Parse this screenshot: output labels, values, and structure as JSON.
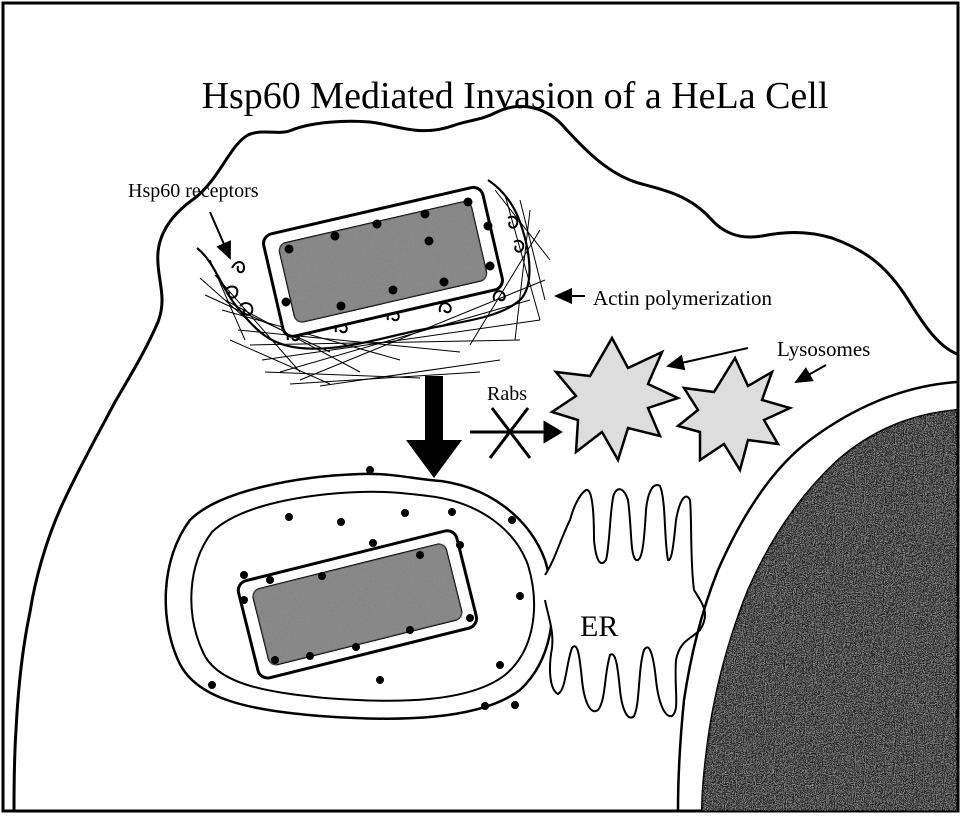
{
  "title": "Hsp60 Mediated Invasion of a HeLa Cell",
  "labels": {
    "receptors": "Hsp60 receptors",
    "actin": "Actin polymerization",
    "lysosomes": "Lysosomes",
    "rabs": "Rabs",
    "er": "ER"
  },
  "colors": {
    "line": "#000000",
    "bacterium_fill": "#8a8a8a",
    "lysosome_fill": "#d6d6d6",
    "nucleus_fill": "#3a3a3a",
    "background": "#ffffff"
  }
}
